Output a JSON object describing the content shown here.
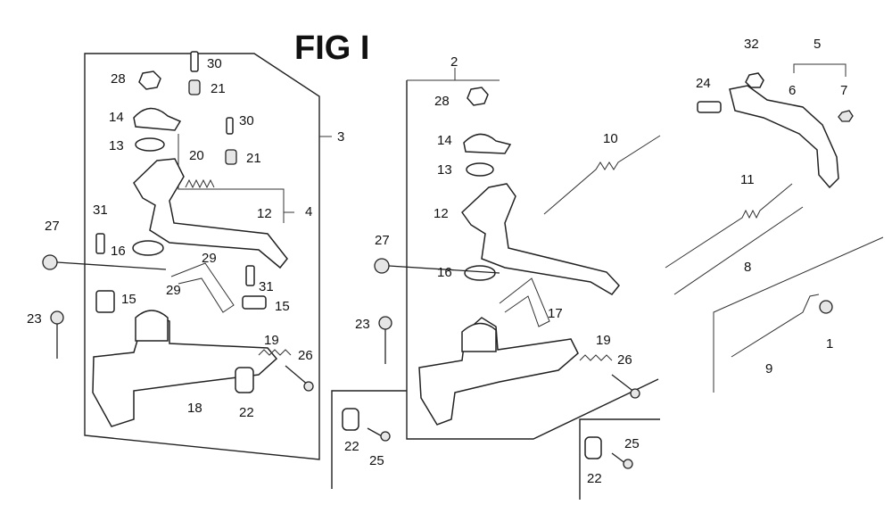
{
  "figure": {
    "title": "FIG I",
    "callouts": [
      {
        "id": "c28a",
        "text": "28"
      },
      {
        "id": "c30a",
        "text": "30"
      },
      {
        "id": "c21a",
        "text": "21"
      },
      {
        "id": "c14a",
        "text": "14"
      },
      {
        "id": "c30b",
        "text": "30"
      },
      {
        "id": "c13a",
        "text": "13"
      },
      {
        "id": "c21b",
        "text": "21"
      },
      {
        "id": "c20",
        "text": "20"
      },
      {
        "id": "c3",
        "text": "3"
      },
      {
        "id": "c4",
        "text": "4"
      },
      {
        "id": "c12a",
        "text": "12"
      },
      {
        "id": "c31a",
        "text": "31"
      },
      {
        "id": "c27a",
        "text": "27"
      },
      {
        "id": "c16a",
        "text": "16"
      },
      {
        "id": "c29a",
        "text": "29"
      },
      {
        "id": "c29b",
        "text": "29"
      },
      {
        "id": "c31b",
        "text": "31"
      },
      {
        "id": "c15a",
        "text": "15"
      },
      {
        "id": "c15b",
        "text": "15"
      },
      {
        "id": "c23a",
        "text": "23"
      },
      {
        "id": "c19a",
        "text": "19"
      },
      {
        "id": "c26a",
        "text": "26"
      },
      {
        "id": "c18",
        "text": "18"
      },
      {
        "id": "c22a",
        "text": "22"
      },
      {
        "id": "c2",
        "text": "2"
      },
      {
        "id": "c28b",
        "text": "28"
      },
      {
        "id": "c14b",
        "text": "14"
      },
      {
        "id": "c13b",
        "text": "13"
      },
      {
        "id": "c10",
        "text": "10"
      },
      {
        "id": "c12b",
        "text": "12"
      },
      {
        "id": "c27b",
        "text": "27"
      },
      {
        "id": "c16b",
        "text": "16"
      },
      {
        "id": "c17",
        "text": "17"
      },
      {
        "id": "c23b",
        "text": "23"
      },
      {
        "id": "c19b",
        "text": "19"
      },
      {
        "id": "c26b",
        "text": "26"
      },
      {
        "id": "c22b",
        "text": "22"
      },
      {
        "id": "c25a",
        "text": "25"
      },
      {
        "id": "c32",
        "text": "32"
      },
      {
        "id": "c5",
        "text": "5"
      },
      {
        "id": "c24",
        "text": "24"
      },
      {
        "id": "c6",
        "text": "6"
      },
      {
        "id": "c7",
        "text": "7"
      },
      {
        "id": "c11",
        "text": "11"
      },
      {
        "id": "c8",
        "text": "8"
      },
      {
        "id": "c1",
        "text": "1"
      },
      {
        "id": "c9",
        "text": "9"
      },
      {
        "id": "c22c",
        "text": "22"
      },
      {
        "id": "c25b",
        "text": "25"
      }
    ]
  }
}
